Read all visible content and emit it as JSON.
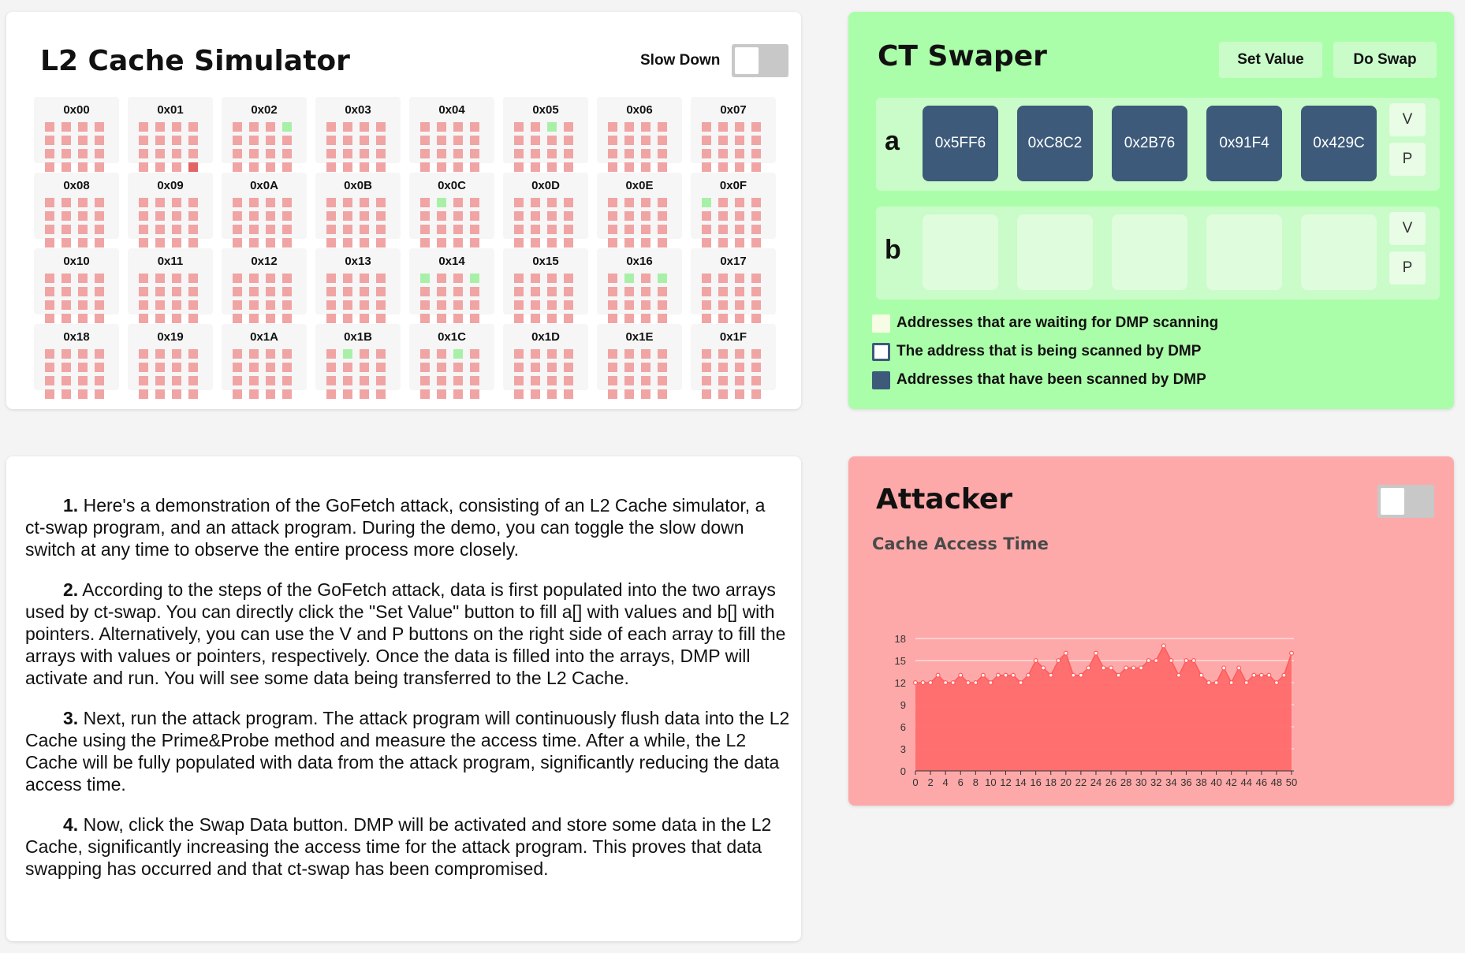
{
  "cache": {
    "title": "L2 Cache Simulator",
    "slow_down_label": "Slow Down",
    "slow_down_on": false,
    "blocks": [
      {
        "addr": "0x00",
        "green": [],
        "red": []
      },
      {
        "addr": "0x01",
        "green": [],
        "red": [
          15
        ]
      },
      {
        "addr": "0x02",
        "green": [
          3
        ],
        "red": []
      },
      {
        "addr": "0x03",
        "green": [],
        "red": []
      },
      {
        "addr": "0x04",
        "green": [],
        "red": []
      },
      {
        "addr": "0x05",
        "green": [
          2
        ],
        "red": []
      },
      {
        "addr": "0x06",
        "green": [],
        "red": []
      },
      {
        "addr": "0x07",
        "green": [],
        "red": []
      },
      {
        "addr": "0x08",
        "green": [],
        "red": []
      },
      {
        "addr": "0x09",
        "green": [],
        "red": []
      },
      {
        "addr": "0x0A",
        "green": [],
        "red": []
      },
      {
        "addr": "0x0B",
        "green": [],
        "red": []
      },
      {
        "addr": "0x0C",
        "green": [
          1
        ],
        "red": []
      },
      {
        "addr": "0x0D",
        "green": [],
        "red": []
      },
      {
        "addr": "0x0E",
        "green": [],
        "red": []
      },
      {
        "addr": "0x0F",
        "green": [
          0
        ],
        "red": []
      },
      {
        "addr": "0x10",
        "green": [],
        "red": []
      },
      {
        "addr": "0x11",
        "green": [],
        "red": []
      },
      {
        "addr": "0x12",
        "green": [],
        "red": []
      },
      {
        "addr": "0x13",
        "green": [],
        "red": []
      },
      {
        "addr": "0x14",
        "green": [
          0,
          3
        ],
        "red": []
      },
      {
        "addr": "0x15",
        "green": [],
        "red": []
      },
      {
        "addr": "0x16",
        "green": [
          1,
          3
        ],
        "red": []
      },
      {
        "addr": "0x17",
        "green": [],
        "red": []
      },
      {
        "addr": "0x18",
        "green": [],
        "red": []
      },
      {
        "addr": "0x19",
        "green": [],
        "red": []
      },
      {
        "addr": "0x1A",
        "green": [],
        "red": []
      },
      {
        "addr": "0x1B",
        "green": [
          1
        ],
        "red": []
      },
      {
        "addr": "0x1C",
        "green": [
          2
        ],
        "red": []
      },
      {
        "addr": "0x1D",
        "green": [],
        "red": []
      },
      {
        "addr": "0x1E",
        "green": [],
        "red": []
      },
      {
        "addr": "0x1F",
        "green": [],
        "red": []
      }
    ]
  },
  "ct": {
    "title": "CT Swaper",
    "set_value_label": "Set Value",
    "do_swap_label": "Do Swap",
    "arrays": [
      {
        "name": "a",
        "values": [
          "0x5FF6",
          "0xC8C2",
          "0x2B76",
          "0x91F4",
          "0x429C"
        ]
      },
      {
        "name": "b",
        "values": [
          "",
          "",
          "",
          "",
          ""
        ]
      }
    ],
    "v_label": "V",
    "p_label": "P",
    "legend": [
      {
        "kind": "waiting",
        "text": "Addresses that are waiting for DMP scanning"
      },
      {
        "kind": "scanning",
        "text": "The address that is being scanned by DMP"
      },
      {
        "kind": "scanned",
        "text": "Addresses that have been scanned by DMP"
      }
    ]
  },
  "instructions": [
    {
      "num": "1.",
      "text": " Here's a demonstration of the GoFetch attack, consisting of an L2 Cache simulator, a ct-swap program, and an attack program. During the demo, you can toggle the slow down switch at any time to observe the entire process more closely."
    },
    {
      "num": "2.",
      "text": " According to the steps of the GoFetch attack, data is first populated into the two arrays used by ct-swap. You can directly click the \"Set Value\" button to fill a[] with values and b[] with pointers. Alternatively, you can use the V and P buttons on the right side of each array to fill the arrays with values or pointers, respectively. Once the data is filled into the arrays, DMP will activate and run. You will see some data being transferred to the L2 Cache."
    },
    {
      "num": "3.",
      "text": " Next, run the attack program. The attack program will continuously flush data into the L2 Cache using the Prime&Probe method and measure the access time. After a while, the L2 Cache will be fully populated with data from the attack program, significantly reducing the data access time."
    },
    {
      "num": "4.",
      "text": " Now, click the Swap Data button. DMP will be activated and store some data in the L2 Cache, significantly increasing the access time for the attack program. This proves that data swapping has occurred and that ct-swap has been compromised."
    }
  ],
  "attacker": {
    "title": "Attacker",
    "toggle_on": false
  },
  "chart_data": {
    "type": "area",
    "title": "Cache Access Time",
    "xlabel": "",
    "ylabel": "",
    "x": [
      0,
      1,
      2,
      3,
      4,
      5,
      6,
      7,
      8,
      9,
      10,
      11,
      12,
      13,
      14,
      15,
      16,
      17,
      18,
      19,
      20,
      21,
      22,
      23,
      24,
      25,
      26,
      27,
      28,
      29,
      30,
      31,
      32,
      33,
      34,
      35,
      36,
      37,
      38,
      39,
      40,
      41,
      42,
      43,
      44,
      45,
      46,
      47,
      48,
      49,
      50
    ],
    "values": [
      12,
      12,
      12,
      13,
      12,
      12,
      13,
      12,
      12,
      13,
      12,
      13,
      13,
      13,
      12,
      13,
      15,
      14,
      13,
      15,
      16,
      13,
      13,
      14,
      16,
      14,
      14,
      13,
      14,
      14,
      14,
      15,
      15,
      17,
      15,
      13,
      15,
      15,
      13,
      12,
      12,
      14,
      12,
      14,
      12,
      13,
      13,
      13,
      12,
      13,
      16
    ],
    "xlim": [
      0,
      50
    ],
    "ylim": [
      0,
      18
    ],
    "yticks": [
      0,
      3,
      6,
      9,
      12,
      15,
      18
    ],
    "xticks": [
      0,
      2,
      4,
      6,
      8,
      10,
      12,
      14,
      16,
      18,
      20,
      22,
      24,
      26,
      28,
      30,
      32,
      34,
      36,
      38,
      40,
      42,
      44,
      46,
      48,
      50
    ],
    "grid": true,
    "fill_color": "#ff6b6b",
    "line_color": "#ff5a5a"
  }
}
